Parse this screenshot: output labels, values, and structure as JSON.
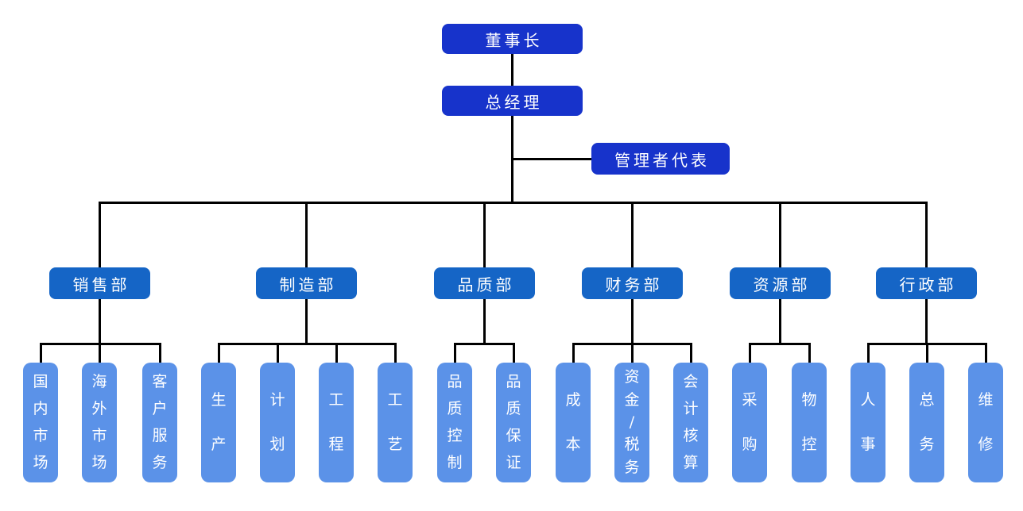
{
  "org_chart": {
    "chairman": {
      "label": "董事长"
    },
    "general_manager": {
      "label": "总经理"
    },
    "management_rep": {
      "label": "管理者代表"
    },
    "departments": [
      {
        "label": "销售部",
        "children": [
          "国内市场",
          "海外市场",
          "客户服务"
        ]
      },
      {
        "label": "制造部",
        "children": [
          "生产",
          "计划",
          "工程",
          "工艺"
        ]
      },
      {
        "label": "品质部",
        "children": [
          "品质控制",
          "品质保证"
        ]
      },
      {
        "label": "财务部",
        "children": [
          "成本",
          "资金/税务",
          "会计核算"
        ]
      },
      {
        "label": "资源部",
        "children": [
          "采购",
          "物控"
        ]
      },
      {
        "label": "行政部",
        "children": [
          "人事",
          "总务",
          "维修"
        ]
      }
    ],
    "colors": {
      "level1": "#1733cb",
      "level2": "#1565c6",
      "level3": "#5b92e8",
      "connector": "#000000",
      "text": "#ffffff"
    }
  }
}
